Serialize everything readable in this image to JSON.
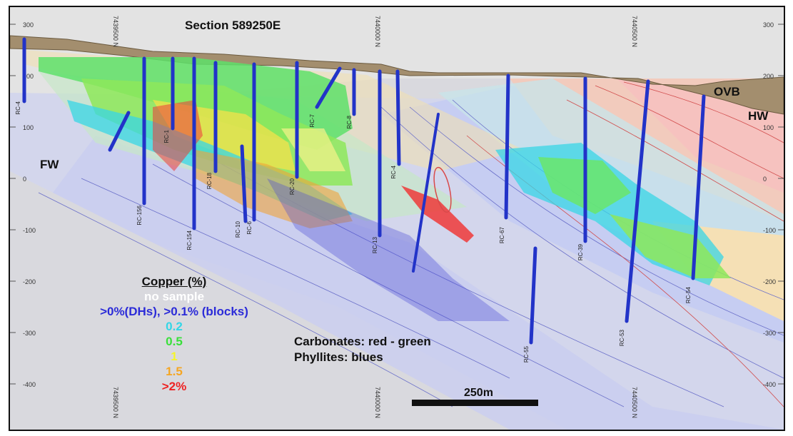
{
  "section_title": "Section 589250E",
  "zone_labels": {
    "ovb": "OVB",
    "hw": "HW",
    "fw": "FW"
  },
  "elevation_ticks": [
    "300",
    "200",
    "100",
    "0",
    "-100",
    "-200",
    "-300",
    "-400"
  ],
  "northing_ticks_top": [
    "7439500 N",
    "7440000 N",
    "7440500 N"
  ],
  "northing_ticks_bottom": [
    "7439500 N",
    "7440000 N",
    "7440500 N"
  ],
  "legend": {
    "title": "Copper (%)",
    "items": [
      {
        "label": "no sample",
        "color": "#ffffff"
      },
      {
        "label": ">0%(DHs), >0.1% (blocks)",
        "color": "#2b2bd8"
      },
      {
        "label": "0.2",
        "color": "#33d6e6"
      },
      {
        "label": "0.5",
        "color": "#39e03a"
      },
      {
        "label": "1",
        "color": "#f5f52a"
      },
      {
        "label": "1.5",
        "color": "#f5a623"
      },
      {
        "label": ">2%",
        "color": "#ee2222"
      }
    ]
  },
  "lithology_notes": [
    "Carbonates: red - green",
    "Phyllites: blues"
  ],
  "scale_bar": {
    "label": "250m"
  },
  "drillholes": [
    "RC-4",
    "RC-156",
    "RC-154",
    "RC-1",
    "RC-18",
    "RC-10",
    "RC-6",
    "RC-20",
    "RC-7",
    "RC-8",
    "RC-4",
    "RC-13",
    "RC-67",
    "RC-55",
    "RC-39",
    "RC-53",
    "RC-54"
  ],
  "colors": {
    "topsoil": "#a38e6e",
    "carbonate": "#f4c9b8",
    "phyllite": "#bcc3e8",
    "drillhole": "#2233c8"
  }
}
